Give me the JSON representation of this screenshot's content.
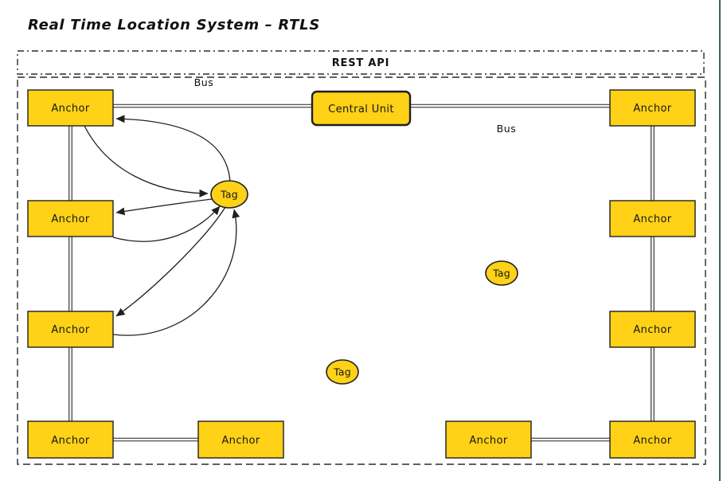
{
  "title": "Real Time Location System – RTLS",
  "rest_api": {
    "label": "REST API"
  },
  "bus_labels": {
    "top": "Bus",
    "right": "Bus"
  },
  "nodes": [
    {
      "id": "anchor-left-1",
      "type": "anchor",
      "label": "Anchor"
    },
    {
      "id": "anchor-left-2",
      "type": "anchor",
      "label": "Anchor"
    },
    {
      "id": "anchor-left-3",
      "type": "anchor",
      "label": "Anchor"
    },
    {
      "id": "anchor-bottom-left-1",
      "type": "anchor",
      "label": "Anchor"
    },
    {
      "id": "anchor-bottom-left-2",
      "type": "anchor",
      "label": "Anchor"
    },
    {
      "id": "central-unit",
      "type": "central-unit",
      "label": "Central Unit"
    },
    {
      "id": "anchor-right-1",
      "type": "anchor",
      "label": "Anchor"
    },
    {
      "id": "anchor-right-2",
      "type": "anchor",
      "label": "Anchor"
    },
    {
      "id": "anchor-right-3",
      "type": "anchor",
      "label": "Anchor"
    },
    {
      "id": "anchor-bottom-right-1",
      "type": "anchor",
      "label": "Anchor"
    },
    {
      "id": "anchor-bottom-right-2",
      "type": "anchor",
      "label": "Anchor"
    },
    {
      "id": "tag-located",
      "type": "tag",
      "label": "Tag"
    },
    {
      "id": "tag-free-1",
      "type": "tag",
      "label": "Tag"
    },
    {
      "id": "tag-free-2",
      "type": "tag",
      "label": "Tag"
    }
  ],
  "edges": [
    {
      "from": "tag-located",
      "to": "anchor-left-1"
    },
    {
      "from": "anchor-left-1",
      "to": "tag-located"
    },
    {
      "from": "tag-located",
      "to": "anchor-left-2"
    },
    {
      "from": "anchor-left-2",
      "to": "tag-located"
    },
    {
      "from": "tag-located",
      "to": "anchor-left-3"
    },
    {
      "from": "anchor-left-3",
      "to": "tag-located"
    }
  ],
  "colors": {
    "node_fill": "#FFD117",
    "node_border": "#1F1F1F",
    "line": "#1F1F1F",
    "window_edge": "#3D6348"
  }
}
